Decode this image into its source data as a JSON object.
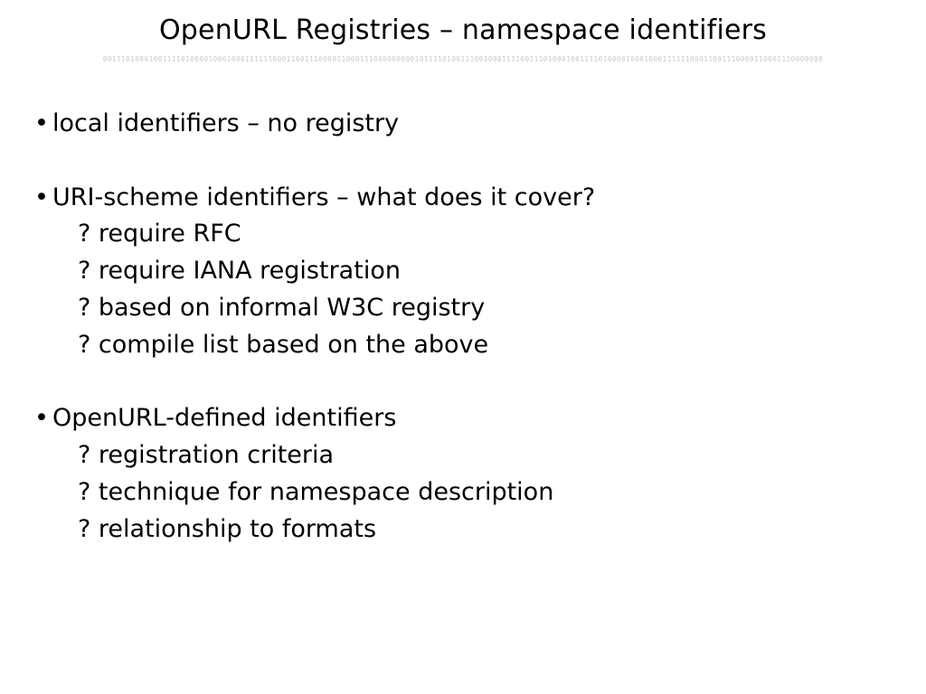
{
  "slide": {
    "title": "OpenURL Registries – namespace identifiers",
    "decoration": "0011101000100111101000010001000111111000110011100001100011100000000010111101001110010001111001110100010011110100001000100011111100011001110000110001110000000",
    "sections": [
      {
        "bullet": "•",
        "heading": "local identifiers – no registry",
        "items": []
      },
      {
        "bullet": "•",
        "heading": "URI-scheme identifiers – what does it cover?",
        "items": [
          "? require RFC",
          "? require IANA registration",
          "? based on informal W3C registry",
          "? compile list based on the above"
        ]
      },
      {
        "bullet": "•",
        "heading": "OpenURL-defined identifiers",
        "items": [
          "? registration criteria",
          "? technique for namespace description",
          "? relationship to formats"
        ]
      }
    ]
  }
}
